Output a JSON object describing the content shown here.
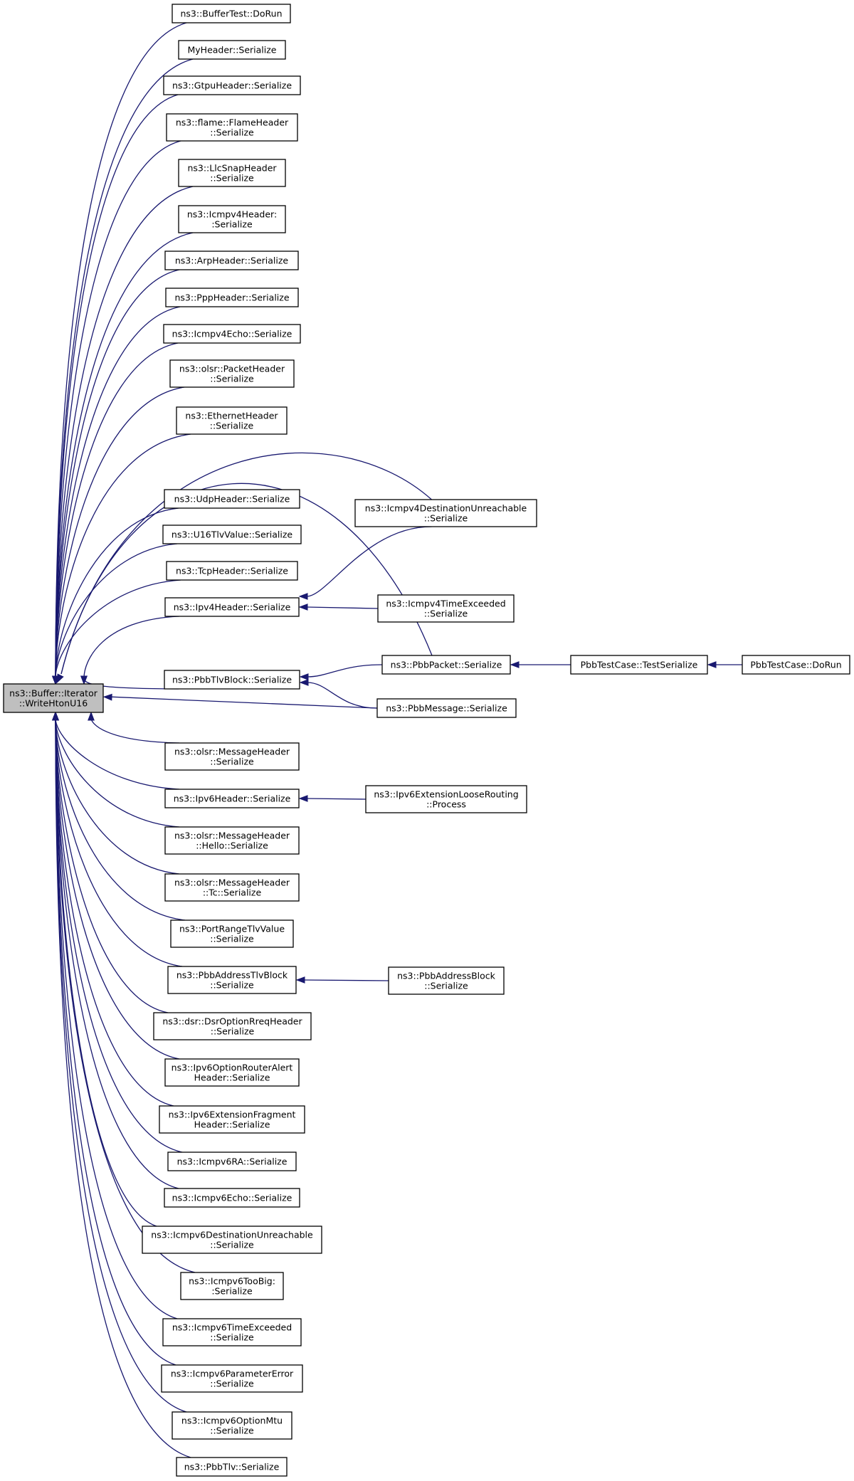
{
  "graph": {
    "edge_color": "#191970",
    "root_fill": "#bfbfbf",
    "node_fill": "#ffffff",
    "nodes": [
      {
        "id": "root",
        "lines": [
          "ns3::Buffer::Iterator",
          "::WriteHtonU16"
        ],
        "root": true
      },
      {
        "id": "n1",
        "lines": [
          "ns3::BufferTest::DoRun"
        ]
      },
      {
        "id": "n2",
        "lines": [
          "MyHeader::Serialize"
        ]
      },
      {
        "id": "n3",
        "lines": [
          "ns3::GtpuHeader::Serialize"
        ]
      },
      {
        "id": "n4",
        "lines": [
          "ns3::flame::FlameHeader",
          "::Serialize"
        ]
      },
      {
        "id": "n5",
        "lines": [
          "ns3::LlcSnapHeader",
          "::Serialize"
        ]
      },
      {
        "id": "n6",
        "lines": [
          "ns3::Icmpv4Header:",
          ":Serialize"
        ]
      },
      {
        "id": "n7",
        "lines": [
          "ns3::ArpHeader::Serialize"
        ]
      },
      {
        "id": "n8",
        "lines": [
          "ns3::PppHeader::Serialize"
        ]
      },
      {
        "id": "n9",
        "lines": [
          "ns3::Icmpv4Echo::Serialize"
        ]
      },
      {
        "id": "n10",
        "lines": [
          "ns3::olsr::PacketHeader",
          "::Serialize"
        ]
      },
      {
        "id": "n11",
        "lines": [
          "ns3::EthernetHeader",
          "::Serialize"
        ]
      },
      {
        "id": "n12",
        "lines": [
          "ns3::UdpHeader::Serialize"
        ]
      },
      {
        "id": "n13",
        "lines": [
          "ns3::U16TlvValue::Serialize"
        ]
      },
      {
        "id": "n14",
        "lines": [
          "ns3::TcpHeader::Serialize"
        ]
      },
      {
        "id": "n15",
        "lines": [
          "ns3::Ipv4Header::Serialize"
        ]
      },
      {
        "id": "n16",
        "lines": [
          "ns3::PbbTlvBlock::Serialize"
        ]
      },
      {
        "id": "n17",
        "lines": [
          "ns3::olsr::MessageHeader",
          "::Serialize"
        ]
      },
      {
        "id": "n18",
        "lines": [
          "ns3::Ipv6Header::Serialize"
        ]
      },
      {
        "id": "n19",
        "lines": [
          "ns3::olsr::MessageHeader",
          "::Hello::Serialize"
        ]
      },
      {
        "id": "n20",
        "lines": [
          "ns3::olsr::MessageHeader",
          "::Tc::Serialize"
        ]
      },
      {
        "id": "n21",
        "lines": [
          "ns3::PortRangeTlvValue",
          "::Serialize"
        ]
      },
      {
        "id": "n22",
        "lines": [
          "ns3::PbbAddressTlvBlock",
          "::Serialize"
        ]
      },
      {
        "id": "n23",
        "lines": [
          "ns3::dsr::DsrOptionRreqHeader",
          "::Serialize"
        ]
      },
      {
        "id": "n24",
        "lines": [
          "ns3::Ipv6OptionRouterAlert",
          "Header::Serialize"
        ]
      },
      {
        "id": "n25",
        "lines": [
          "ns3::Ipv6ExtensionFragment",
          "Header::Serialize"
        ]
      },
      {
        "id": "n26",
        "lines": [
          "ns3::Icmpv6RA::Serialize"
        ]
      },
      {
        "id": "n27",
        "lines": [
          "ns3::Icmpv6Echo::Serialize"
        ]
      },
      {
        "id": "n28",
        "lines": [
          "ns3::Icmpv6DestinationUnreachable",
          "::Serialize"
        ]
      },
      {
        "id": "n29",
        "lines": [
          "ns3::Icmpv6TooBig:",
          ":Serialize"
        ]
      },
      {
        "id": "n30",
        "lines": [
          "ns3::Icmpv6TimeExceeded",
          "::Serialize"
        ]
      },
      {
        "id": "n31",
        "lines": [
          "ns3::Icmpv6ParameterError",
          "::Serialize"
        ]
      },
      {
        "id": "n32",
        "lines": [
          "ns3::Icmpv6OptionMtu",
          "::Serialize"
        ]
      },
      {
        "id": "n33",
        "lines": [
          "ns3::PbbTlv::Serialize"
        ]
      },
      {
        "id": "n34",
        "lines": [
          "ns3::Icmpv4DestinationUnreachable",
          "::Serialize"
        ]
      },
      {
        "id": "n35",
        "lines": [
          "ns3::Icmpv4TimeExceeded",
          "::Serialize"
        ]
      },
      {
        "id": "n36",
        "lines": [
          "ns3::PbbPacket::Serialize"
        ]
      },
      {
        "id": "n37",
        "lines": [
          "ns3::PbbMessage::Serialize"
        ]
      },
      {
        "id": "n38",
        "lines": [
          "ns3::Ipv6ExtensionLooseRouting",
          "::Process"
        ]
      },
      {
        "id": "n39",
        "lines": [
          "ns3::PbbAddressBlock",
          "::Serialize"
        ]
      },
      {
        "id": "n40",
        "lines": [
          "PbbTestCase::TestSerialize"
        ]
      },
      {
        "id": "n41",
        "lines": [
          "PbbTestCase::DoRun"
        ]
      }
    ],
    "edges": [
      {
        "from": "n1",
        "to": "root"
      },
      {
        "from": "n2",
        "to": "root"
      },
      {
        "from": "n3",
        "to": "root"
      },
      {
        "from": "n4",
        "to": "root"
      },
      {
        "from": "n5",
        "to": "root"
      },
      {
        "from": "n6",
        "to": "root"
      },
      {
        "from": "n7",
        "to": "root"
      },
      {
        "from": "n8",
        "to": "root"
      },
      {
        "from": "n9",
        "to": "root"
      },
      {
        "from": "n10",
        "to": "root"
      },
      {
        "from": "n11",
        "to": "root"
      },
      {
        "from": "n34",
        "to": "root"
      },
      {
        "from": "n12",
        "to": "root"
      },
      {
        "from": "n13",
        "to": "root"
      },
      {
        "from": "n14",
        "to": "root"
      },
      {
        "from": "n15",
        "to": "root"
      },
      {
        "from": "n36",
        "to": "root"
      },
      {
        "from": "n16",
        "to": "root"
      },
      {
        "from": "n37",
        "to": "root"
      },
      {
        "from": "n17",
        "to": "root"
      },
      {
        "from": "n18",
        "to": "root"
      },
      {
        "from": "n19",
        "to": "root"
      },
      {
        "from": "n20",
        "to": "root"
      },
      {
        "from": "n21",
        "to": "root"
      },
      {
        "from": "n22",
        "to": "root"
      },
      {
        "from": "n23",
        "to": "root"
      },
      {
        "from": "n24",
        "to": "root"
      },
      {
        "from": "n25",
        "to": "root"
      },
      {
        "from": "n26",
        "to": "root"
      },
      {
        "from": "n27",
        "to": "root"
      },
      {
        "from": "n28",
        "to": "root"
      },
      {
        "from": "n29",
        "to": "root"
      },
      {
        "from": "n30",
        "to": "root"
      },
      {
        "from": "n31",
        "to": "root"
      },
      {
        "from": "n32",
        "to": "root"
      },
      {
        "from": "n33",
        "to": "root"
      },
      {
        "from": "n34",
        "to": "n15"
      },
      {
        "from": "n35",
        "to": "n15"
      },
      {
        "from": "n36",
        "to": "n16"
      },
      {
        "from": "n37",
        "to": "n16"
      },
      {
        "from": "n38",
        "to": "n18"
      },
      {
        "from": "n39",
        "to": "n22"
      },
      {
        "from": "n40",
        "to": "n36"
      },
      {
        "from": "n41",
        "to": "n40"
      }
    ]
  }
}
